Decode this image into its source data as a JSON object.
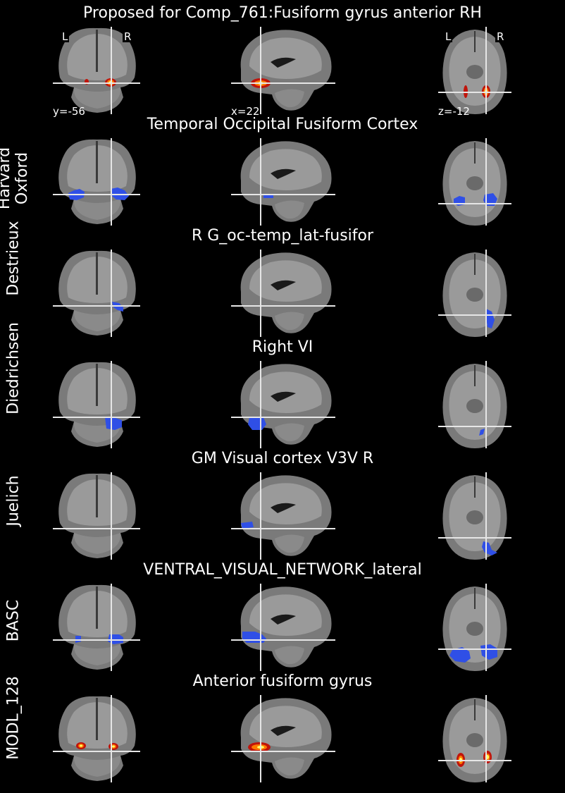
{
  "figure_title": "Proposed for Comp_761:Fusiform gyrus anterior RH",
  "orientation": {
    "left": "L",
    "right": "R"
  },
  "coords": {
    "coronal": "y=-56",
    "sagittal": "x=22",
    "axial": "z=-12"
  },
  "colors": {
    "background": "#000000",
    "blue_overlay": "#2f4fe6",
    "hot_outer": "#c0140a",
    "hot_mid": "#ff7a00",
    "hot_core": "#ffff6a",
    "crosshair": "#e6e6e6"
  },
  "rows": [
    {
      "atlas": [],
      "region": "Proposed for Comp_761:Fusiform gyrus anterior RH",
      "overlay": "hot"
    },
    {
      "atlas": [
        "Harvard",
        "Oxford"
      ],
      "region": "Temporal Occipital Fusiform Cortex",
      "overlay": "blue"
    },
    {
      "atlas": [
        "Destrieux"
      ],
      "region": "R G_oc-temp_lat-fusifor",
      "overlay": "blue"
    },
    {
      "atlas": [
        "Diedrichsen"
      ],
      "region": "Right VI",
      "overlay": "blue"
    },
    {
      "atlas": [
        "Juelich"
      ],
      "region": "GM Visual cortex V3V R",
      "overlay": "blue"
    },
    {
      "atlas": [
        "BASC"
      ],
      "region": "VENTRAL_VISUAL_NETWORK_lateral",
      "overlay": "blue"
    },
    {
      "atlas": [
        "MODL_128"
      ],
      "region": "Anterior fusiform gyrus",
      "overlay": "hot"
    }
  ]
}
